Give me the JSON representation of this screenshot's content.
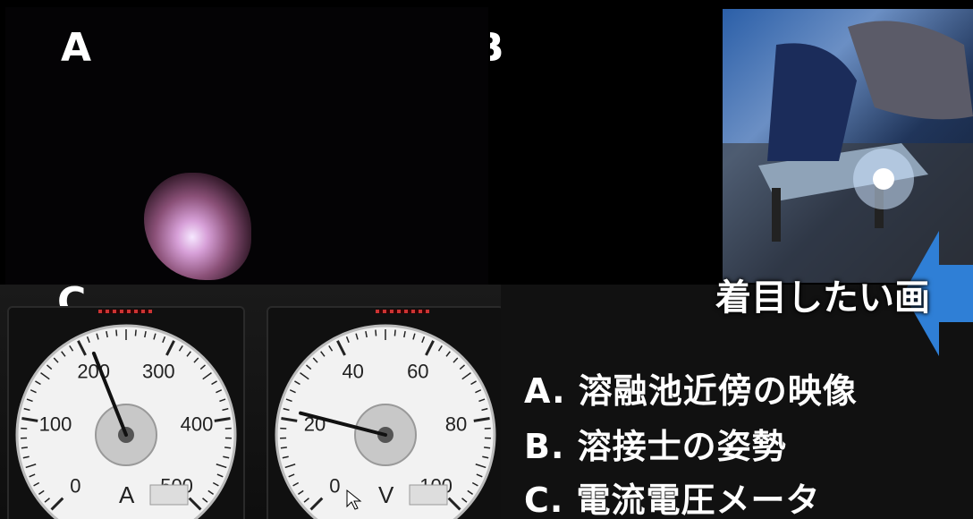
{
  "labels": {
    "a": "A",
    "b": "B",
    "c": "C"
  },
  "ammeter": {
    "ticks": [
      "0",
      "100",
      "200",
      "300",
      "400",
      "500"
    ],
    "unit": "A",
    "reading": 210,
    "max": 500
  },
  "voltmeter": {
    "ticks": [
      "0",
      "20",
      "40",
      "60",
      "80",
      "100"
    ],
    "unit": "V",
    "reading": 22,
    "max": 100
  },
  "legend": [
    "A. 溶融池近傍の映像",
    "B. 溶接士の姿勢",
    "C. 電流電圧メータ"
  ],
  "banner": "着目したい画",
  "colors": {
    "arrow": "#2f7fd6",
    "gauge_face": "#f2f2f2",
    "needle": "#111111"
  }
}
